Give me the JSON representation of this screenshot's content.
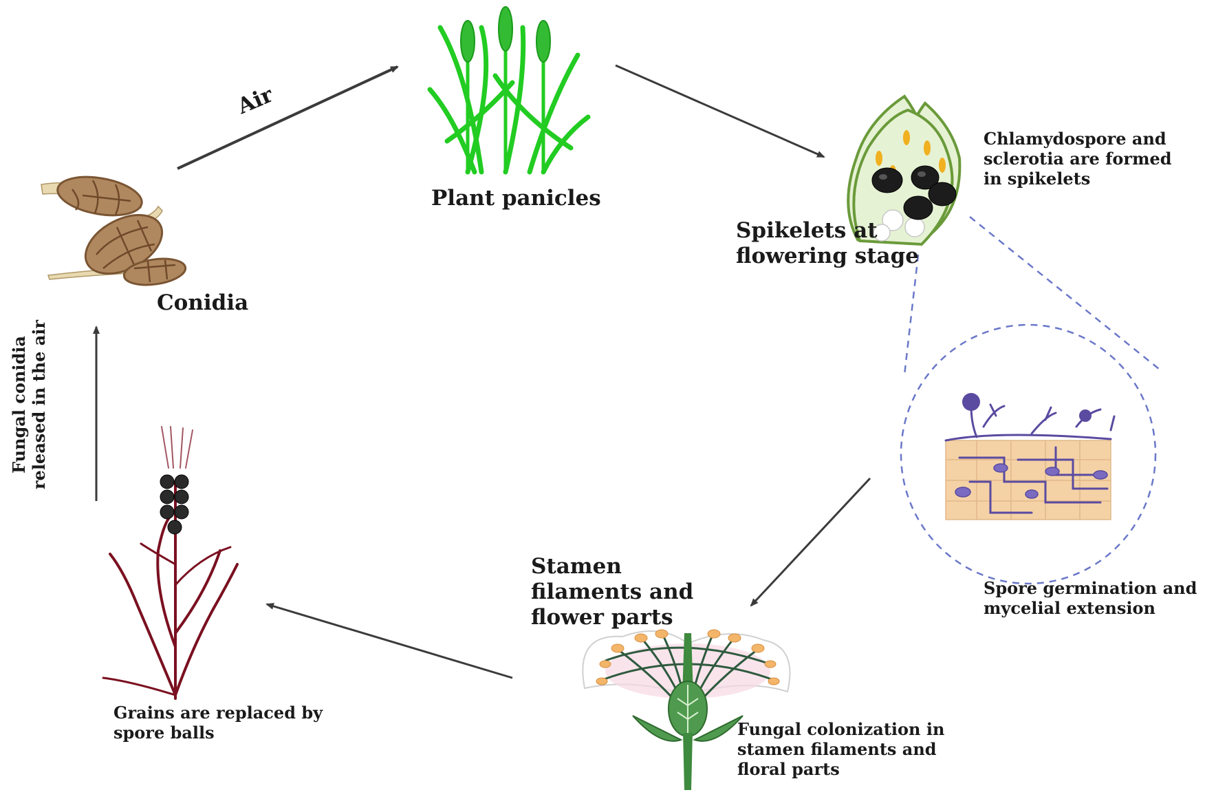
{
  "labels": {
    "air": "Air",
    "plant_panicles": "Plant panicles",
    "spikelets_flowering": "Spikelets at\nflowering stage",
    "chlamydospore": "Chlamydospore and\nsclerotia are formed\nin spikelets",
    "conidia": "Conidia",
    "fungal_conidia_released": "Fungal conidia\nreleased in the air",
    "spore_germination": "Spore germination and\nmycelial extension",
    "stamen_filaments": "Stamen\nfilaments and\nflower parts",
    "fungal_colonization": "Fungal colonization in\nstamen filaments and\nfloral parts",
    "grains_replaced": "Grains are replaced by\nspore balls"
  },
  "colors": {
    "arrow": "#1a1a1a",
    "plant_green": "#22cc22",
    "spore_black": "#1c1c1c",
    "conidia_brown": "#b08860",
    "mycelium_purple": "#5a4aa0",
    "tissue_peach": "#f4d2a6",
    "dashed_blue": "#6a78c8",
    "diseased_plant": "#7a1020",
    "flower_stem": "#3e8a3e"
  }
}
